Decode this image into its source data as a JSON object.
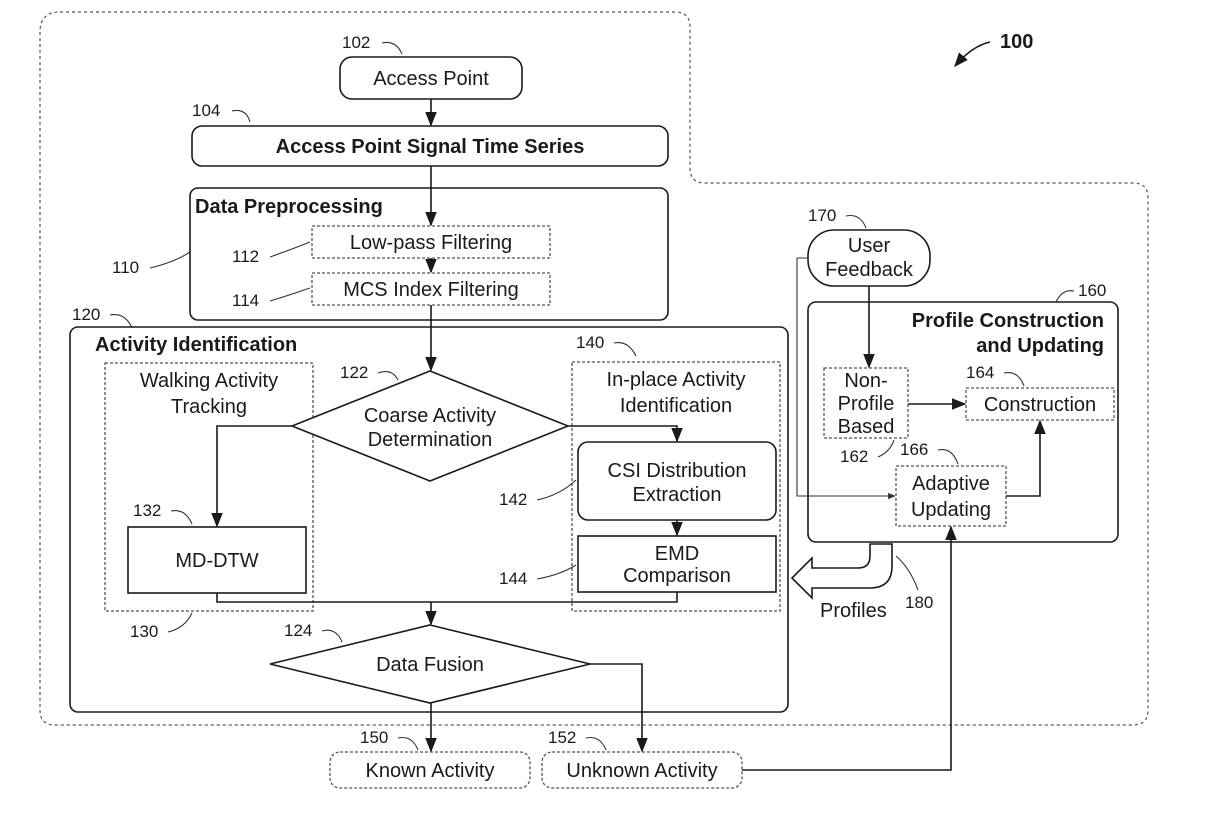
{
  "figure_ref": "100",
  "nodes": {
    "access_point": {
      "ref": "102",
      "label": "Access Point"
    },
    "signal_series": {
      "ref": "104",
      "label": "Access Point Signal Time Series"
    },
    "preprocessing": {
      "ref": "110",
      "title": "Data Preprocessing"
    },
    "lowpass": {
      "ref": "112",
      "label": "Low-pass Filtering"
    },
    "mcs": {
      "ref": "114",
      "label": "MCS Index Filtering"
    },
    "activity_id": {
      "ref": "120",
      "title": "Activity Identification"
    },
    "coarse": {
      "ref": "122",
      "line1": "Coarse Activity",
      "line2": "Determination"
    },
    "walking": {
      "ref": "130",
      "line1": "Walking Activity",
      "line2": "Tracking"
    },
    "mddtw": {
      "ref": "132",
      "label": "MD-DTW"
    },
    "inplace": {
      "ref": "140",
      "line1": "In-place Activity",
      "line2": "Identification"
    },
    "csi": {
      "ref": "142",
      "line1": "CSI Distribution",
      "line2": "Extraction"
    },
    "emd": {
      "ref": "144",
      "line1": "EMD",
      "line2": "Comparison"
    },
    "fusion": {
      "ref": "124",
      "label": "Data Fusion"
    },
    "known": {
      "ref": "150",
      "label": "Known Activity"
    },
    "unknown": {
      "ref": "152",
      "label": "Unknown Activity"
    },
    "profile": {
      "ref": "160",
      "line1": "Profile Construction",
      "line2": "and Updating"
    },
    "nonprofile": {
      "ref": "162",
      "line1": "Non-",
      "line2": "Profile",
      "line3": "Based"
    },
    "construction": {
      "ref": "164",
      "label": "Construction"
    },
    "adaptive": {
      "ref": "166",
      "line1": "Adaptive",
      "line2": "Updating"
    },
    "feedback": {
      "ref": "170",
      "line1": "User",
      "line2": "Feedback"
    },
    "profiles": {
      "ref": "180",
      "label": "Profiles"
    }
  }
}
